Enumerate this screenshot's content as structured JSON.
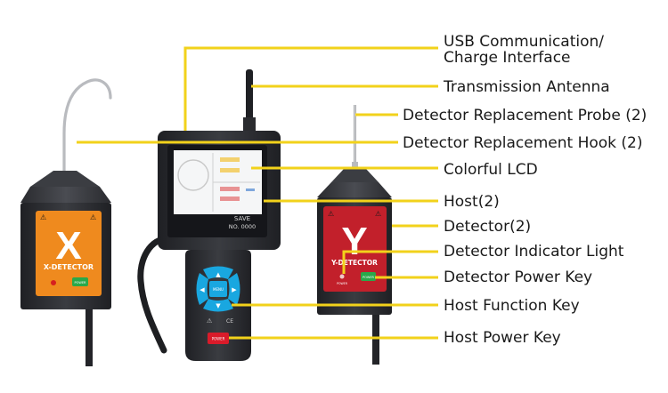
{
  "colors": {
    "leader_line": "#f2d21b",
    "x_detector_face": "#ef8a1e",
    "y_detector_face": "#c2202b",
    "device_body": "#2d2f33",
    "key_blue": "#19a7e0",
    "power_key_red": "#d91b2a",
    "detector_power_key_green": "#2aa84a"
  },
  "callouts": [
    {
      "id": "usb",
      "lines": [
        "USB Communication/",
        "Charge Interface"
      ]
    },
    {
      "id": "antenna",
      "lines": [
        "Transmission Antenna"
      ]
    },
    {
      "id": "probe",
      "lines": [
        "Detector Replacement Probe (2)"
      ]
    },
    {
      "id": "hook",
      "lines": [
        "Detector Replacement Hook (2)"
      ]
    },
    {
      "id": "lcd",
      "lines": [
        "Colorful LCD"
      ]
    },
    {
      "id": "host",
      "lines": [
        "Host(2)"
      ]
    },
    {
      "id": "detector",
      "lines": [
        "Detector(2)"
      ]
    },
    {
      "id": "indicator",
      "lines": [
        "Detector Indicator Light"
      ]
    },
    {
      "id": "detector_power",
      "lines": [
        "Detector Power Key"
      ]
    },
    {
      "id": "function_key",
      "lines": [
        "Host Function Key"
      ]
    },
    {
      "id": "host_power",
      "lines": [
        "Host Power Key"
      ]
    }
  ],
  "x_detector": {
    "letter": "X",
    "name": "X-DETECTOR",
    "key_label": "POWER"
  },
  "y_detector": {
    "letter": "Y",
    "name": "Y-DETECTOR",
    "key_label": "POWER",
    "light_label": "POWER"
  },
  "host": {
    "lcd_save": "SAVE",
    "lcd_number": "NO. 0000",
    "center_key": "MENU",
    "power_key": "POWER"
  }
}
